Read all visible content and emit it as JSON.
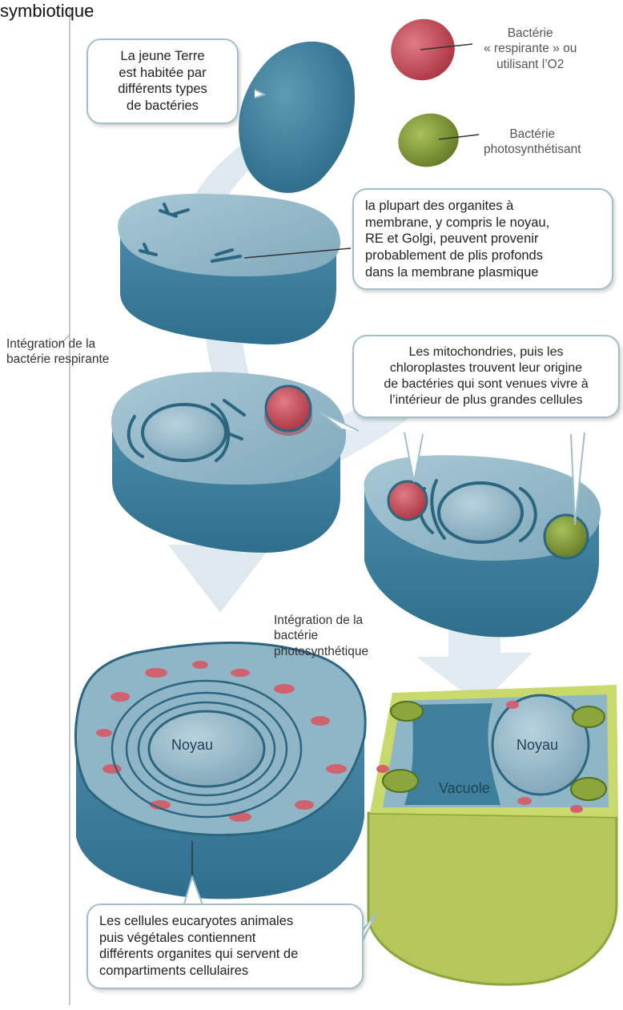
{
  "header_fragment": "symbiotique",
  "callouts": {
    "young_earth": [
      "La jeune Terre",
      "est habitée par",
      "différents types",
      "de bactéries"
    ],
    "membranes": [
      "la plupart des organites à",
      "membrane, y compris le noyau,",
      "RE et Golgi, peuvent provenir",
      "probablement de plis profonds",
      "dans la membrane plasmique"
    ],
    "mito": [
      "Les mitochondries, puis les",
      "chloroplastes trouvent leur origine",
      "de bactéries qui sont venues vivre à",
      "l’intérieur de plus grandes cellules"
    ],
    "eukaryotes": [
      "Les cellules eucaryotes animales",
      "puis végétales contiennent",
      "différents organites qui servent de",
      "compartiments cellulaires"
    ]
  },
  "legend": {
    "red": [
      "Bactérie",
      "« respirante » ou",
      "utilisant l’O2"
    ],
    "green": [
      "Bactérie",
      "photosynthétisant"
    ]
  },
  "side_labels": {
    "respirante": [
      "Intégration de la",
      "bactérie respirante"
    ],
    "photosynthetique": [
      "Intégration de la",
      "bactérie",
      "photosynthétique"
    ]
  },
  "cell_labels": {
    "animal_nucleus": "Noyau",
    "plant_nucleus": "Noyau",
    "vacuole": "Vacuole"
  },
  "colors": {
    "cell_top": "#8fb6c6",
    "cell_side": "#3f7f9e",
    "cell_dark": "#2a6680",
    "arrow": "#dde9ee",
    "red_bacterium": "#c9505d",
    "green_bacterium": "#8aa63c",
    "plant_wall": "#c9d86a"
  }
}
